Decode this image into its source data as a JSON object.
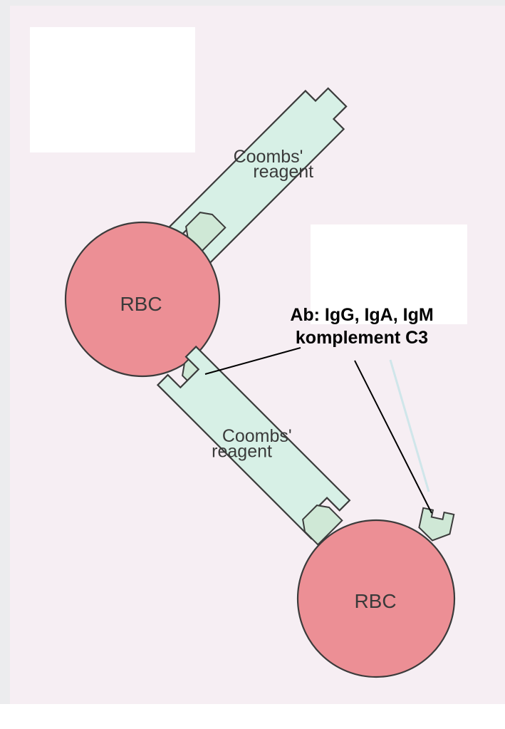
{
  "labels": {
    "reagent_top_line1": "Coombs'",
    "reagent_top_line2": "reagent",
    "reagent_bottom_line1": "Coombs'",
    "reagent_bottom_line2": "reagent",
    "rbc_left": "RBC",
    "rbc_right": "RBC",
    "antibody_line1": "Ab: IgG, IgA, IgM",
    "antibody_line2": "komplement C3"
  },
  "colors": {
    "background": "#f4f1f2",
    "paper": "#f6eef3",
    "rbc_fill": "#ec8f95",
    "reagent_fill": "#d7f0e6",
    "antibody_fill": "#cfe8d6",
    "outline": "#3b3b3b",
    "callout_line": "#000000"
  }
}
